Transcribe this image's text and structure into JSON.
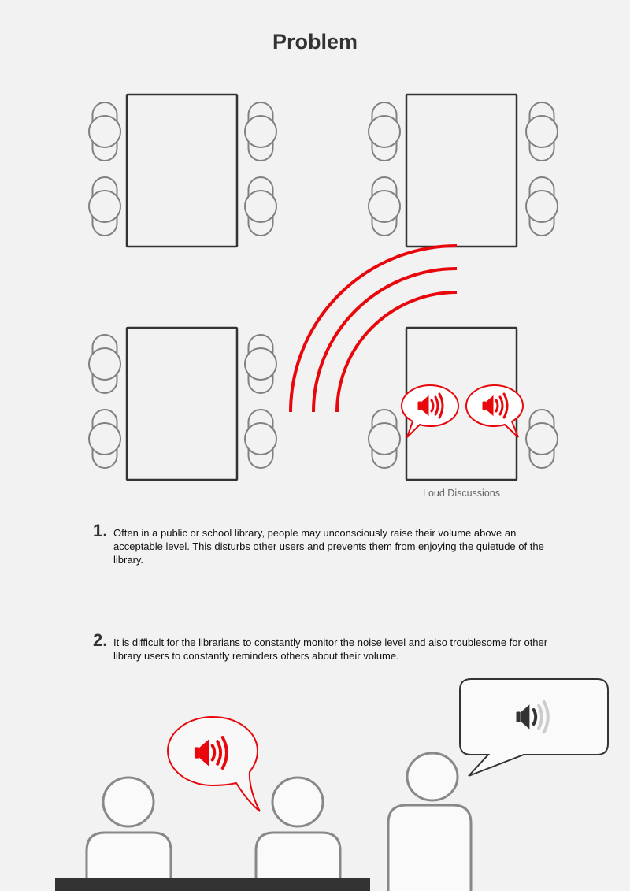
{
  "title": "Problem",
  "caption": "Loud Discussions",
  "points": [
    {
      "number": "1.",
      "text": "Often in a public or school library, people may unconsciously raise their volume above an acceptable level. This disturbs other users and prevents them from enjoying the quietude of the library."
    },
    {
      "number": "2.",
      "text": "It is difficult for the librarians to constantly monitor the noise level and also troublesome for other library users to constantly reminders others about their volume."
    }
  ],
  "colors": {
    "accent": "#e8070b",
    "outline": "#333333",
    "chair": "#808080",
    "background": "#f2f2f2"
  }
}
